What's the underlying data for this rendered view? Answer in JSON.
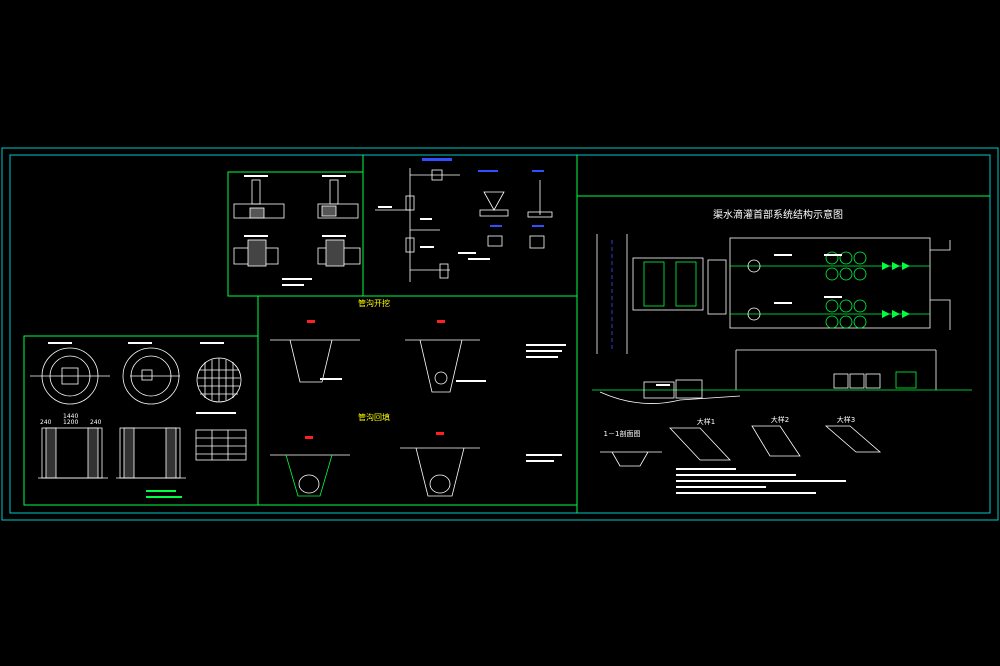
{
  "colors": {
    "background": "#000000",
    "frame": "#00c8c8",
    "line": "#ffffff",
    "green": "#00ff40",
    "yellow": "#ffff00",
    "red": "#ff2020",
    "blue": "#3050ff",
    "magenta": "#ff40ff",
    "cyan": "#00ffff"
  },
  "drawing": {
    "main_title": "渠水滴灌首部系统结构示意图",
    "trench_excavation_title": "管沟开挖",
    "trench_backfill_title": "管沟回填",
    "section_label": "1－1剖面图",
    "detail_labels": [
      "大样1",
      "大样2",
      "大样3"
    ],
    "well_dimensions": [
      "240",
      "1200",
      "240",
      "1440"
    ]
  }
}
